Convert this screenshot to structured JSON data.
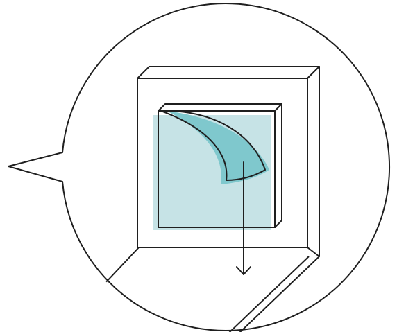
{
  "colors": {
    "background": "#ffffff",
    "outline": "#1f1f1f",
    "film_tint": "#c6e3e6",
    "peel_tint": "#7fc8cd"
  },
  "icons": {
    "callout": "speech-bubble-callout",
    "frame": "device-frame",
    "panel": "screen-panel",
    "film": "protective-film",
    "peel": "peeling-corner",
    "arrow": "arrow-down-icon"
  }
}
